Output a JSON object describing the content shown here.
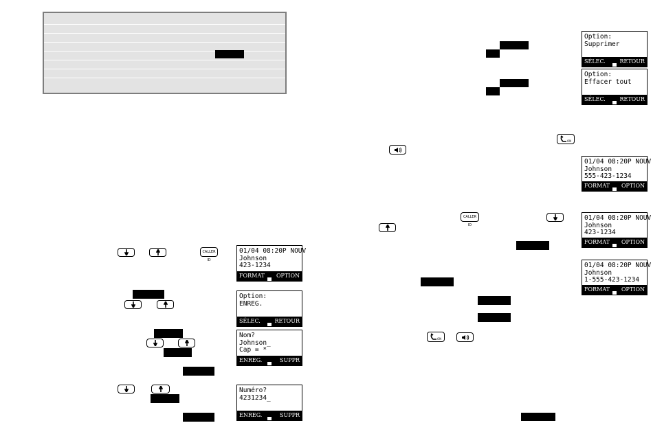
{
  "buttons": {
    "caller_id_label": "CALLER ID"
  },
  "screens": [
    {
      "id": "s1",
      "lines": "01/04 08:20P NOUV\nJohnson\n423-1234",
      "softkey_left": "FORMAT",
      "softkey_right": "OPTION"
    },
    {
      "id": "s2",
      "lines": "Option:\nENREG.",
      "softkey_left": "SÉLEC.",
      "softkey_right": "RETOUR"
    },
    {
      "id": "s3",
      "lines": "Nom?\nJohnson_\nCap = *",
      "softkey_left": "ENREG.",
      "softkey_right": "SUPPR"
    },
    {
      "id": "s4",
      "lines": "Numéro?\n4231234_",
      "softkey_left": "ENREG.",
      "softkey_right": "SUPPR"
    },
    {
      "id": "s5",
      "lines": "Option:\nSupprimer",
      "softkey_left": "SÉLEC.",
      "softkey_right": "RETOUR"
    },
    {
      "id": "s6",
      "lines": "Option:\nEffacer tout",
      "softkey_left": "SÉLEC.",
      "softkey_right": "RETOUR"
    },
    {
      "id": "s7",
      "lines": "01/04 08:20P NOUV\nJohnson\n555-423-1234",
      "softkey_left": "FORMAT",
      "softkey_right": "OPTION"
    },
    {
      "id": "s8",
      "lines": "01/04 08:20P NOUV\nJohnson\n423-1234",
      "softkey_left": "FORMAT",
      "softkey_right": "OPTION"
    },
    {
      "id": "s9",
      "lines": "01/04 08:20P NOUV\nJohnson\n1-555-423-1234",
      "softkey_left": "FORMAT",
      "softkey_right": "OPTION"
    }
  ]
}
